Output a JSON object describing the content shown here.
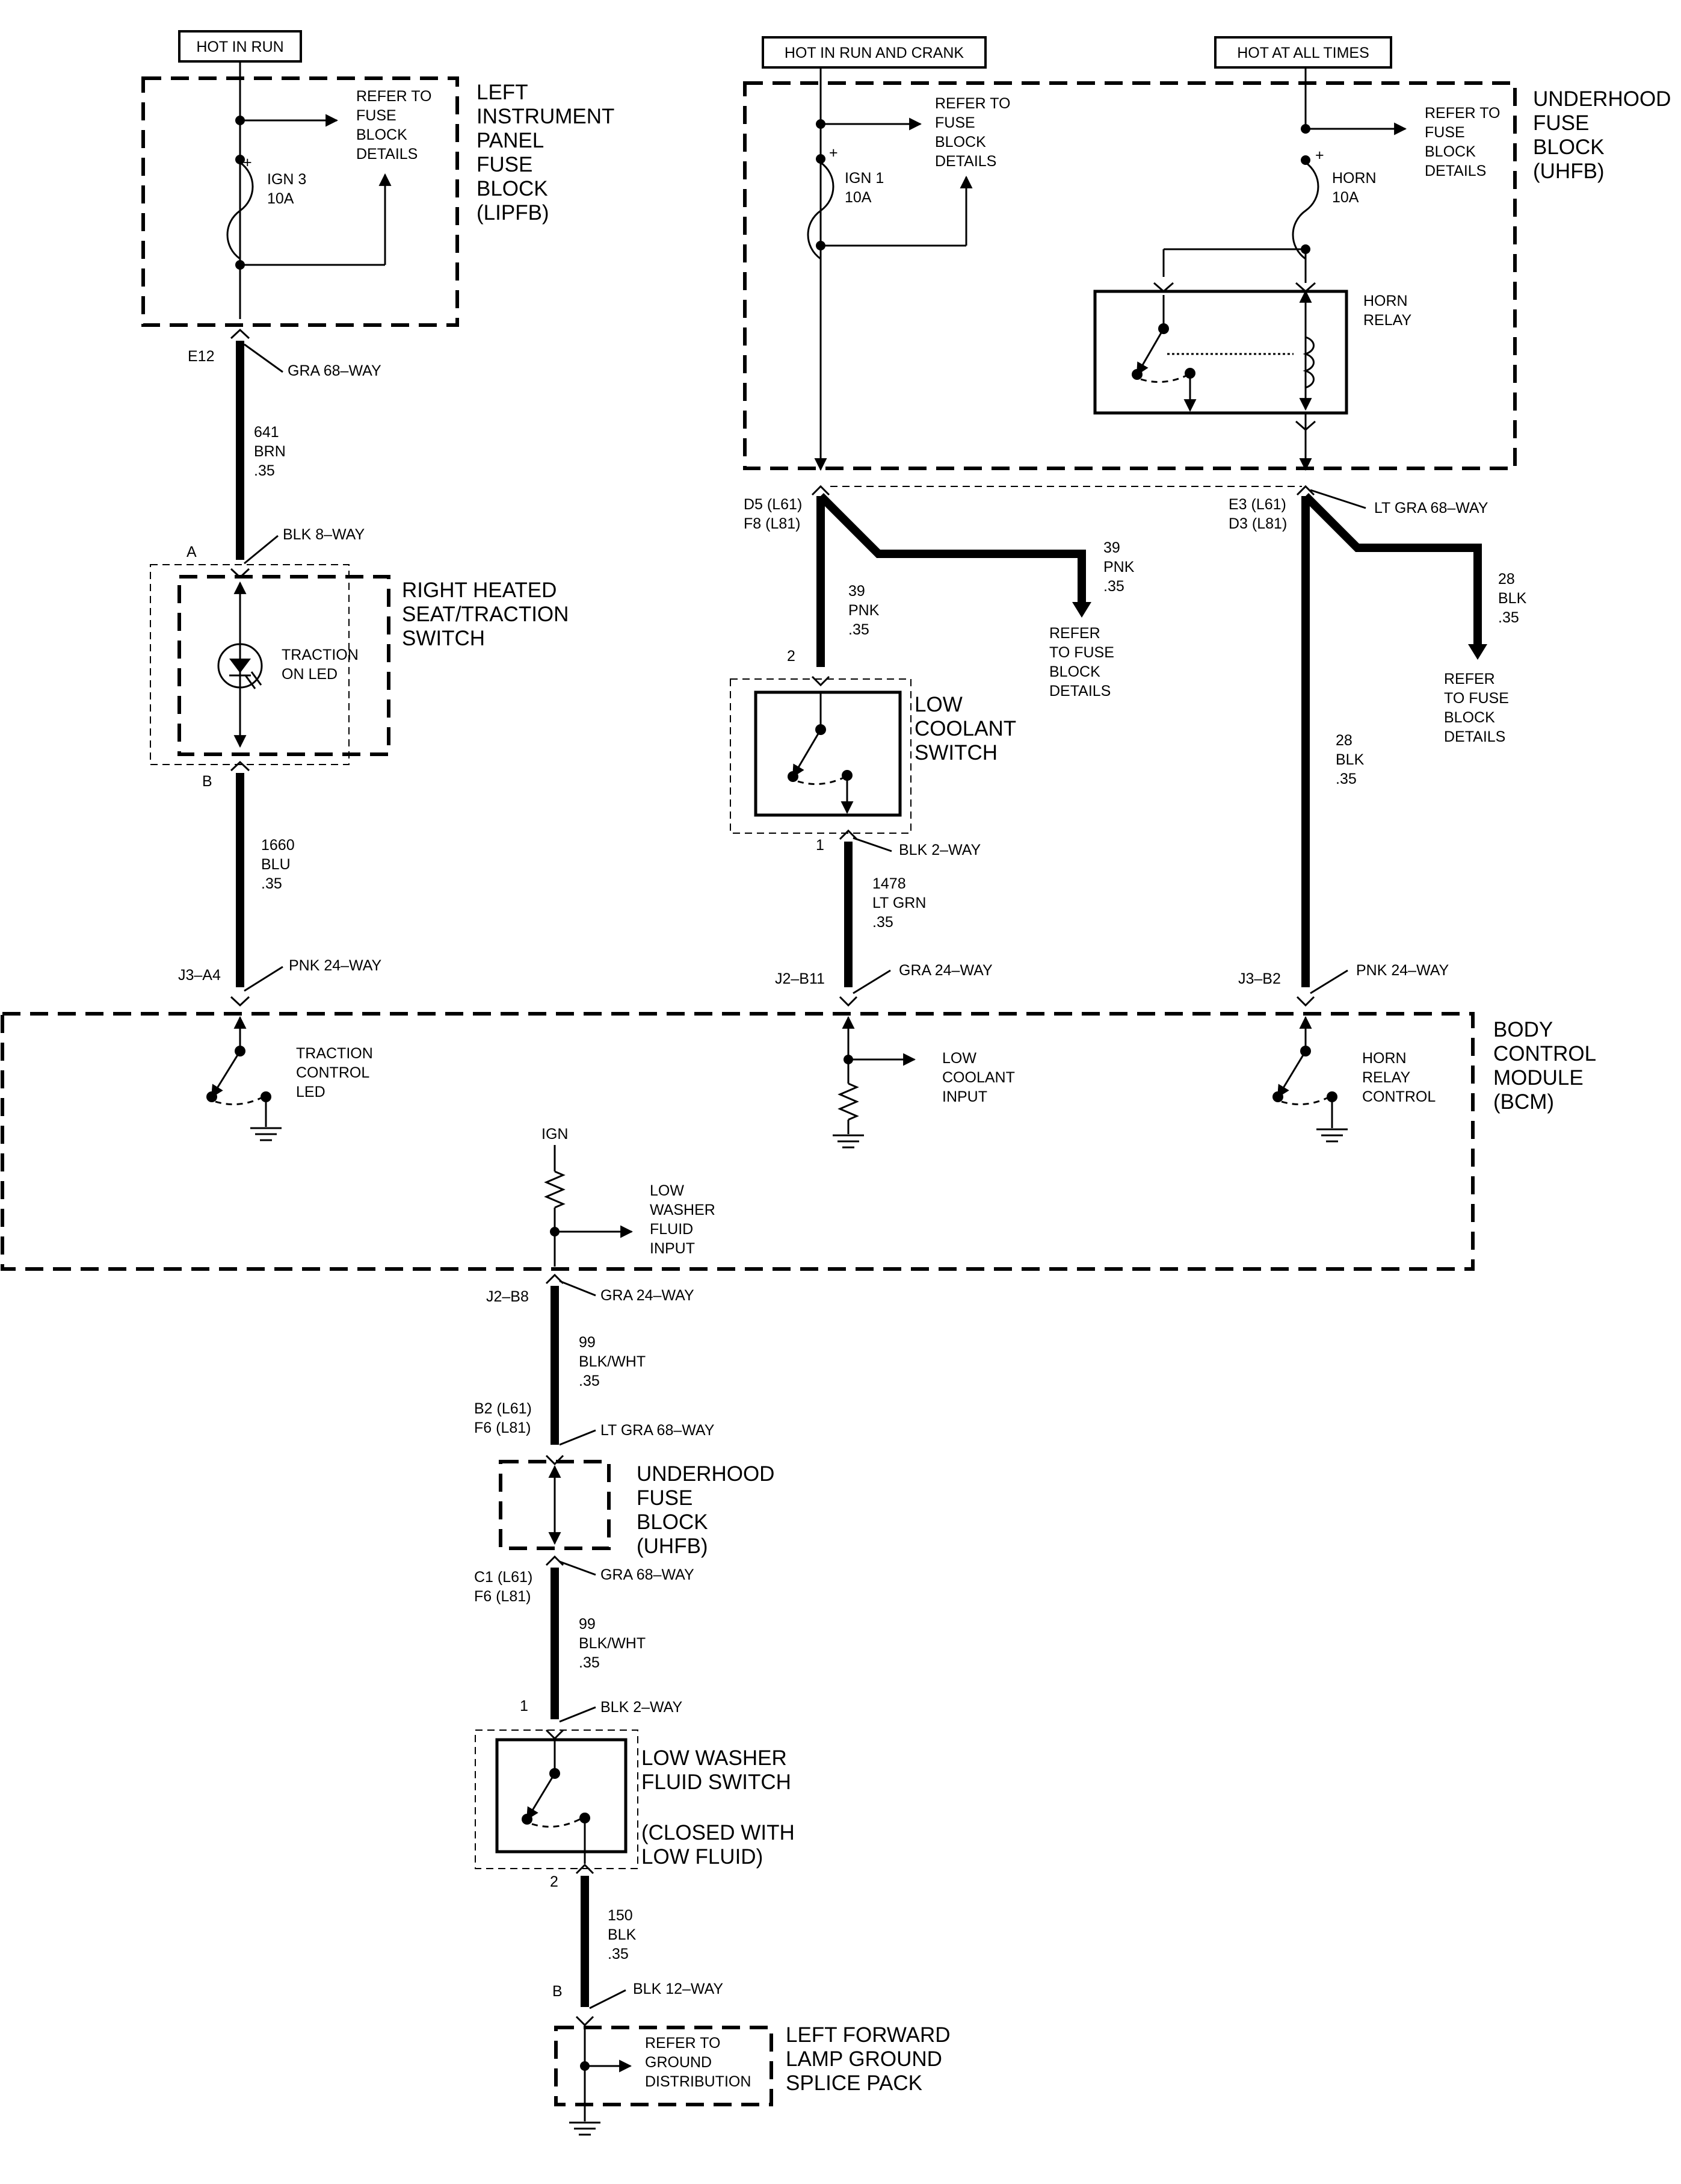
{
  "headers": {
    "hot_in_run": "HOT IN RUN",
    "hot_in_run_and_crank": "HOT IN RUN AND CRANK",
    "hot_at_all_times": "HOT AT ALL TIMES"
  },
  "lipfb": {
    "title_lines": [
      "LEFT",
      "INSTRUMENT",
      "PANEL",
      "FUSE",
      "BLOCK",
      "(LIPFB)"
    ],
    "refer_lines": [
      "REFER TO",
      "FUSE",
      "BLOCK",
      "DETAILS"
    ],
    "fuse_lines": [
      "IGN 3",
      "10A"
    ],
    "fuse_plus": "+"
  },
  "uhfb_top": {
    "title_lines": [
      "UNDERHOOD",
      "FUSE",
      "BLOCK",
      "(UHFB)"
    ],
    "ign1_refer_lines": [
      "REFER TO",
      "FUSE",
      "BLOCK",
      "DETAILS"
    ],
    "ign1_fuse_lines": [
      "IGN 1",
      "10A"
    ],
    "horn_refer_lines": [
      "REFER TO",
      "FUSE",
      "BLOCK",
      "DETAILS"
    ],
    "horn_fuse_lines": [
      "HORN",
      "10A"
    ],
    "horn_relay_lines": [
      "HORN",
      "RELAY"
    ],
    "fuse_plus": "+"
  },
  "connectors": {
    "e12": "E12",
    "gra_68_way": "GRA 68–WAY",
    "blk_8_way": "BLK 8–WAY",
    "a": "A",
    "b_seat": "B",
    "j3_a4": "J3–A4",
    "pnk_24_way_left": "PNK 24–WAY",
    "d5_l61": "D5 (L61)",
    "f8_l81": "F8 (L81)",
    "e3_l61": "E3 (L61)",
    "d3_l81": "D3 (L81)",
    "lt_gra_68_way_top": "LT GRA 68–WAY",
    "pin2_coolant": "2",
    "pin1_coolant": "1",
    "blk_2_way_coolant": "BLK 2–WAY",
    "j2_b11": "J2–B11",
    "gra_24_way_mid": "GRA 24–WAY",
    "j3_b2": "J3–B2",
    "pnk_24_way_right": "PNK 24–WAY",
    "j2_b8": "J2–B8",
    "gra_24_way_bottom": "GRA 24–WAY",
    "b2_l61": "B2 (L61)",
    "f6_l81_upper": "F6 (L81)",
    "lt_gra_68_way_bottom": "LT GRA 68–WAY",
    "c1_l61": "C1 (L61)",
    "f6_l81_lower": "F6 (L81)",
    "gra_68_way_bottom": "GRA 68–WAY",
    "pin1_washer": "1",
    "blk_2_way_washer": "BLK 2–WAY",
    "pin2_washer": "2",
    "b_ground": "B",
    "blk_12_way": "BLK 12–WAY"
  },
  "wires": {
    "w641": [
      "641",
      "BRN",
      ".35"
    ],
    "w1660": [
      "1660",
      "BLU",
      ".35"
    ],
    "w39_branch": [
      "39",
      "PNK",
      ".35"
    ],
    "w39_main": [
      "39",
      "PNK",
      ".35"
    ],
    "w1478": [
      "1478",
      "LT GRN",
      ".35"
    ],
    "w28_branch": [
      "28",
      "BLK",
      ".35"
    ],
    "w28_main": [
      "28",
      "BLK",
      ".35"
    ],
    "w99_upper": [
      "99",
      "BLK/WHT",
      ".35"
    ],
    "w99_lower": [
      "99",
      "BLK/WHT",
      ".35"
    ],
    "w150": [
      "150",
      "BLK",
      ".35"
    ]
  },
  "seat_switch": {
    "title_lines": [
      "RIGHT HEATED",
      "SEAT/TRACTION",
      "SWITCH"
    ],
    "led_lines": [
      "TRACTION",
      "ON LED"
    ]
  },
  "coolant_switch": {
    "title_lines": [
      "LOW",
      "COOLANT",
      "SWITCH"
    ],
    "refer_lines": [
      "REFER",
      "TO FUSE",
      "BLOCK",
      "DETAILS"
    ]
  },
  "horn_refer": {
    "refer_lines": [
      "REFER",
      "TO FUSE",
      "BLOCK",
      "DETAILS"
    ]
  },
  "bcm": {
    "title_lines": [
      "BODY",
      "CONTROL",
      "MODULE",
      "(BCM)"
    ],
    "traction_lines": [
      "TRACTION",
      "CONTROL",
      "LED"
    ],
    "coolant_input_lines": [
      "LOW",
      "COOLANT",
      "INPUT"
    ],
    "horn_control_lines": [
      "HORN",
      "RELAY",
      "CONTROL"
    ],
    "ign": "IGN",
    "washer_input_lines": [
      "LOW",
      "WASHER",
      "FLUID",
      "INPUT"
    ]
  },
  "uhfb_bottom": {
    "title_lines": [
      "UNDERHOOD",
      "FUSE",
      "BLOCK",
      "(UHFB)"
    ]
  },
  "washer_switch": {
    "title_lines": [
      "LOW WASHER",
      "FLUID SWITCH"
    ],
    "note_lines": [
      "(CLOSED WITH",
      "LOW FLUID)"
    ]
  },
  "ground": {
    "title_lines": [
      "LEFT FORWARD",
      "LAMP GROUND",
      "SPLICE PACK"
    ],
    "refer_lines": [
      "REFER TO",
      "GROUND",
      "DISTRIBUTION"
    ]
  }
}
